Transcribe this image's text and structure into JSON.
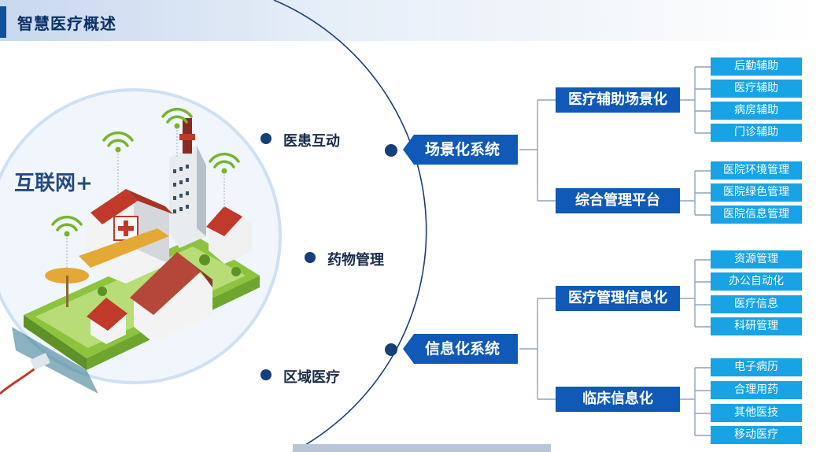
{
  "header": {
    "title": "智慧医疗概述"
  },
  "center_label": "互联网+",
  "ring_items": [
    "医患互动",
    "药物管理",
    "区域医疗"
  ],
  "systems": [
    {
      "label": "场景化系统",
      "branches": [
        {
          "label": "医疗辅助场景化",
          "leaves": [
            "后勤辅助",
            "医疗辅助",
            "病房辅助",
            "门诊辅助"
          ]
        },
        {
          "label": "综合管理平台",
          "leaves": [
            "医院环境管理",
            "医院绿色管理",
            "医院信息管理"
          ]
        }
      ]
    },
    {
      "label": "信息化系统",
      "branches": [
        {
          "label": "医疗管理信息化",
          "leaves": [
            "资源管理",
            "办公自动化",
            "医疗信息",
            "科研管理"
          ]
        },
        {
          "label": "临床信息化",
          "leaves": [
            "电子病历",
            "合理用药",
            "其他医技",
            "移动医疗"
          ]
        }
      ]
    }
  ],
  "colors": {
    "primary": "#1059b6",
    "leaf": "#17a3e4",
    "dot": "#163e78",
    "line": "#8fa3bd"
  }
}
